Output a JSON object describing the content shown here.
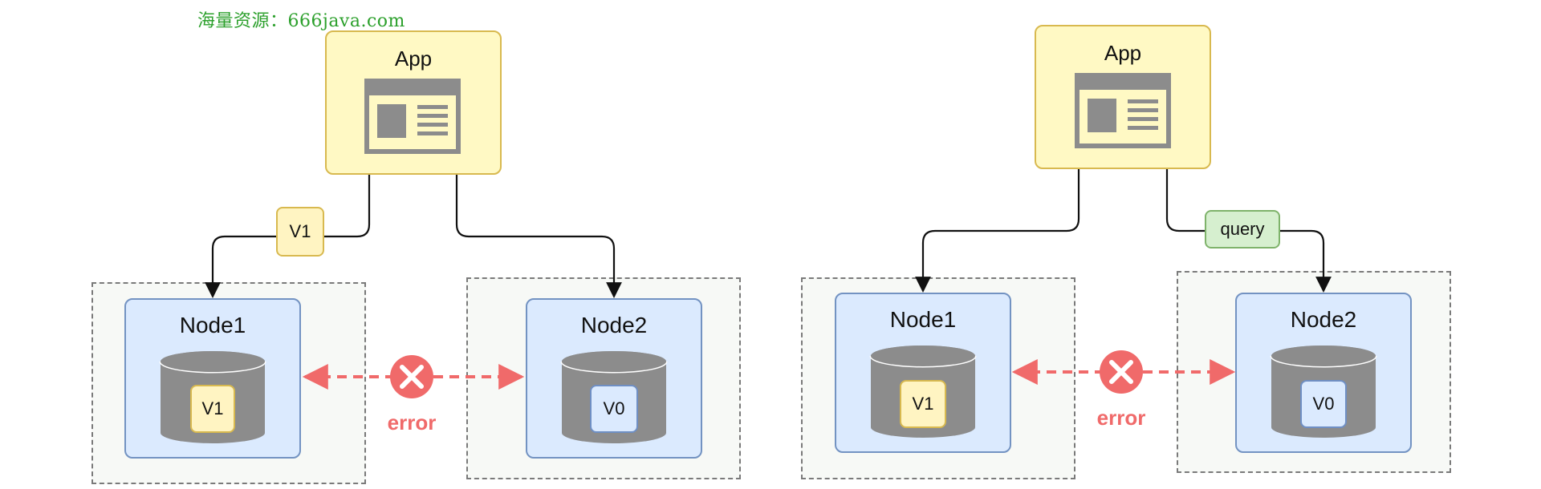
{
  "watermark": "海量资源：666java.com",
  "left": {
    "app_label": "App",
    "write_tag": "V1",
    "node1": {
      "label": "Node1",
      "value": "V1"
    },
    "node2": {
      "label": "Node2",
      "value": "V0"
    },
    "error_label": "error"
  },
  "right": {
    "app_label": "App",
    "query_tag": "query",
    "node1": {
      "label": "Node1",
      "value": "V1"
    },
    "node2": {
      "label": "Node2",
      "value": "V0"
    },
    "error_label": "error"
  },
  "colors": {
    "app_fill": "#fff9c4",
    "node_fill": "#dbeafe",
    "error_red": "#f06a6a",
    "query_fill": "#d6efcf",
    "db_gray": "#8c8c8c"
  },
  "icons": [
    "app-window-icon",
    "database-icon",
    "error-x-icon"
  ]
}
